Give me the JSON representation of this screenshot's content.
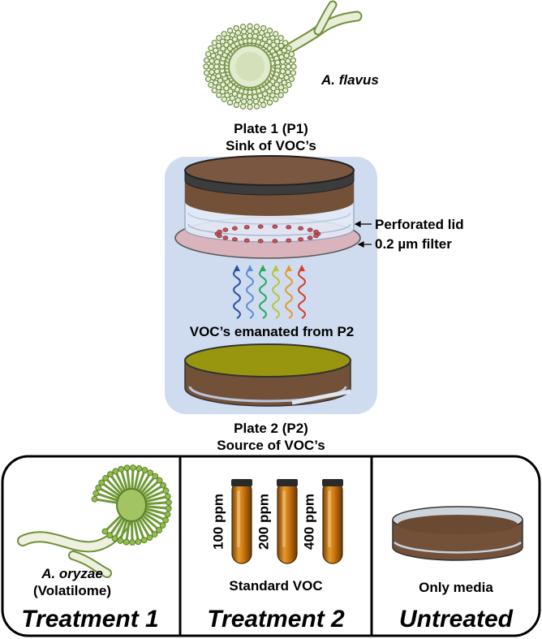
{
  "top_organism": {
    "name": "A. flavus"
  },
  "plate1": {
    "line1": "Plate 1 (P1)",
    "line2": "Sink of VOC’s"
  },
  "callouts": {
    "perforated_lid": "Perforated lid",
    "filter": "0.2 µm filter"
  },
  "voc_caption": "VOC’s emanated from P2",
  "plate2": {
    "line1": "Plate 2 (P2)",
    "line2": "Source of VOC’s"
  },
  "panels": [
    {
      "title": "Treatment 1",
      "organism": "A. oryzae",
      "caption": "(Volatilome)"
    },
    {
      "title": "Treatment 2",
      "caption": "Standard VOC",
      "tubes": [
        "100 ppm",
        "200 ppm",
        "400 ppm"
      ]
    },
    {
      "title": "Untreated",
      "caption": "Only media"
    }
  ],
  "colors": {
    "background_box": "#cfdcef",
    "media_brown": "#735038",
    "agar_olive": "#98960f",
    "lid_pink": "#d9b4bc",
    "fungus_green": "#9ac05d",
    "tube_amber": "#c87412",
    "wave_colors": [
      "#2a4fa0",
      "#5b8ed8",
      "#27a85a",
      "#b8c43a",
      "#e49a2a",
      "#d73a2c"
    ]
  }
}
